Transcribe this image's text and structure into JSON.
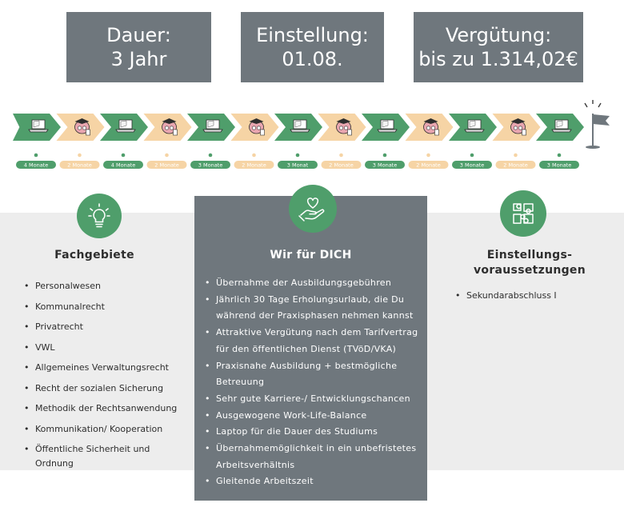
{
  "stats": [
    {
      "line1": "Dauer:",
      "line2": "3 Jahr"
    },
    {
      "line1": "Einstellung:",
      "line2": "01.08."
    },
    {
      "line1": "Vergütung:",
      "line2": "bis zu 1.314,02€"
    }
  ],
  "timeline": {
    "segments": [
      {
        "type": "theory",
        "icon": "laptop-icon",
        "label": "4 Monate"
      },
      {
        "type": "practice",
        "icon": "graduate-brain-icon",
        "label": "2 Monate"
      },
      {
        "type": "theory",
        "icon": "laptop-icon",
        "label": "4 Monate"
      },
      {
        "type": "practice",
        "icon": "graduate-brain-icon",
        "label": "2 Monate"
      },
      {
        "type": "theory",
        "icon": "laptop-icon",
        "label": "3 Monate"
      },
      {
        "type": "practice",
        "icon": "graduate-brain-icon",
        "label": "2 Monate"
      },
      {
        "type": "theory",
        "icon": "laptop-icon",
        "label": "3 Monat"
      },
      {
        "type": "practice",
        "icon": "graduate-brain-icon",
        "label": "2 Monate"
      },
      {
        "type": "theory",
        "icon": "laptop-icon",
        "label": "3 Monate"
      },
      {
        "type": "practice",
        "icon": "graduate-brain-icon",
        "label": "2 Monate"
      },
      {
        "type": "theory",
        "icon": "laptop-icon",
        "label": "3 Monate"
      },
      {
        "type": "practice",
        "icon": "graduate-brain-icon",
        "label": "2 Monate"
      },
      {
        "type": "theory",
        "icon": "laptop-icon",
        "label": "3 Monate"
      }
    ],
    "finish_icon": "finish-flag-icon"
  },
  "fachgebiete": {
    "icon": "lightbulb-icon",
    "title": "Fachgebiete",
    "items": [
      "Personalwesen",
      "Kommunalrecht",
      "Privatrecht",
      "VWL",
      "Allgemeines Verwaltungsrecht",
      "Recht der sozialen Sicherung",
      "Methodik der Rechtsanwendung",
      "Kommunikation/ Kooperation",
      "Öffentliche Sicherheit und Ordnung"
    ]
  },
  "wir_fuer_dich": {
    "icon": "heart-hand-icon",
    "title": "Wir für DICH",
    "items": [
      "Übernahme der Ausbildungsgebühren",
      "Jährlich 30 Tage Erholungsurlaub, die Du während der Praxisphasen nehmen kannst",
      "Attraktive Vergütung nach dem Tarifvertrag für den öffentlichen Dienst (TVöD/VKA)",
      "Praxisnahe Ausbildung + bestmögliche Betreuung",
      "Sehr gute Karriere-/ Entwicklungschancen",
      "Ausgewogene Work-Life-Balance",
      "Laptop für die Dauer des Studiums",
      "Übernahmemöglichkeit in ein unbefristetes Arbeitsverhältnis",
      "Gleitende Arbeitszeit"
    ]
  },
  "einstellungsvoraussetzungen": {
    "icon": "puzzle-icon",
    "title_line1": "Einstellungs-",
    "title_line2": "voraussetzungen",
    "items": [
      "Sekundarabschluss I"
    ]
  },
  "colors": {
    "green": "#4f9e6b",
    "peach": "#f6d4a5",
    "slate": "#6f777d",
    "band": "#ededed"
  }
}
